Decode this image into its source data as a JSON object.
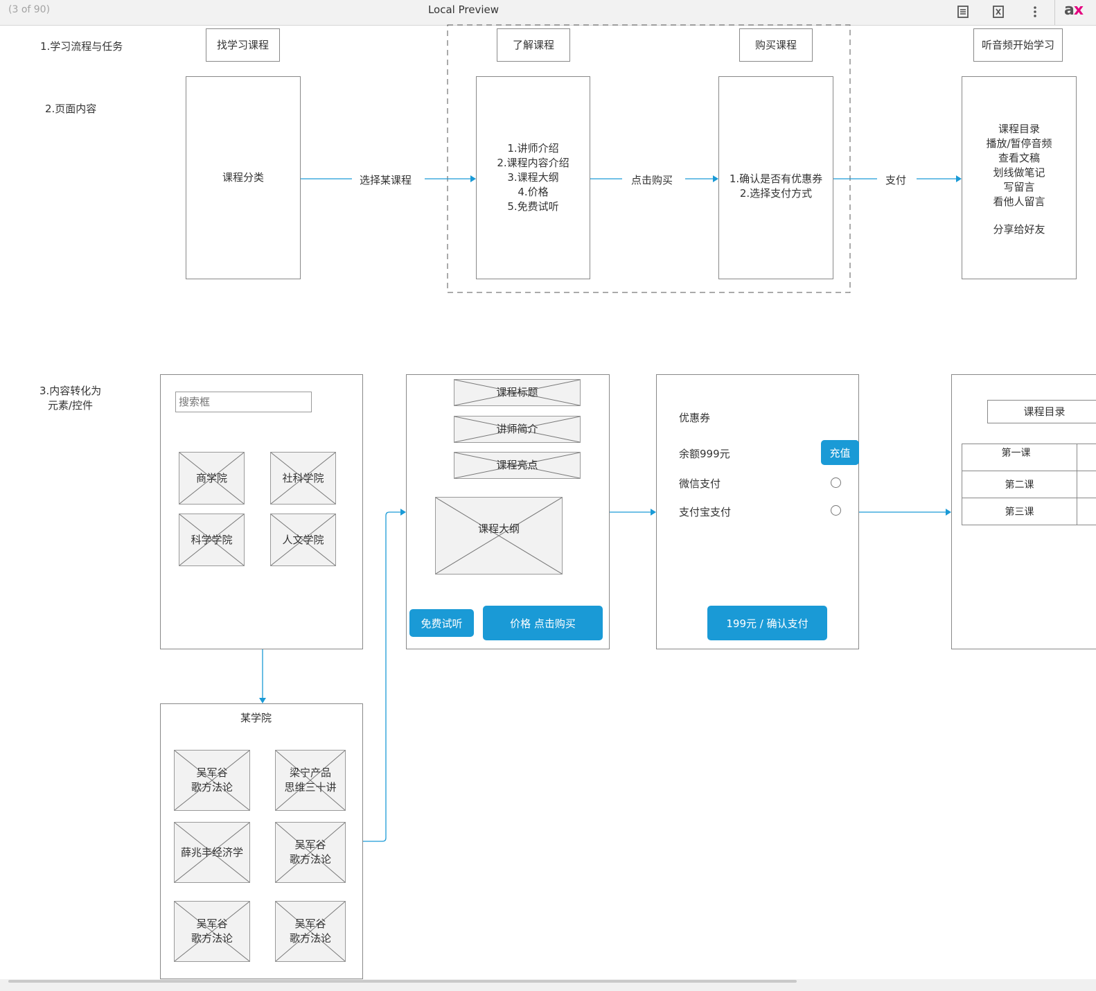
{
  "toolbar": {
    "page_count": "(3 of 90)",
    "title": "Local Preview",
    "icons": [
      "page-list-icon",
      "close-preview-icon",
      "more-vertical-icon"
    ],
    "brand": "ax"
  },
  "sections": {
    "s1": "1.学习流程与任务",
    "s2": "2.页面内容",
    "s3a": "3.内容转化为",
    "s3b": "元素/控件"
  },
  "stages": [
    "找学习课程",
    "了解课程",
    "购买课程",
    "听音频开始学习"
  ],
  "flow": {
    "box1": "课程分类",
    "box2": [
      "1.讲师介绍",
      "2.课程内容介绍",
      "3.课程大纲",
      "4.价格",
      "5.免费试听"
    ],
    "box3": [
      "1.确认是否有优惠券",
      "2.选择支付方式"
    ],
    "box4": [
      "课程目录",
      "播放/暂停音频",
      "查看文稿",
      "划线做笔记",
      "写留言",
      "看他人留言",
      "",
      "分享给好友"
    ],
    "arrow1": "选择某课程",
    "arrow2": "点击购买",
    "arrow3": "支付"
  },
  "screen1": {
    "search_placeholder": "搜索框",
    "colleges": [
      "商学院",
      "社科学院",
      "科学学院",
      "人文学院"
    ]
  },
  "screen1b": {
    "title": "某学院",
    "courses": [
      [
        "吴军谷",
        "歌方法论"
      ],
      [
        "梁宁产品",
        "思维三十讲"
      ],
      [
        "薛兆丰经济学"
      ],
      [
        "吴军谷",
        "歌方法论"
      ],
      [
        "吴军谷",
        "歌方法论"
      ],
      [
        "吴军谷",
        "歌方法论"
      ]
    ]
  },
  "screen2": {
    "title": "课程标题",
    "intro": "讲师简介",
    "highlights": "课程亮点",
    "outline": "课程大纲",
    "free_trial": "免费试听",
    "buy": "价格 点击购买"
  },
  "screen3": {
    "coupon": "优惠券",
    "balance": "余额999元",
    "recharge": "充值",
    "wechat": "微信支付",
    "alipay": "支付宝支付",
    "confirm": "199元 / 确认支付"
  },
  "screen4": {
    "catalog": "课程目录",
    "lessons": [
      "第一课",
      "第二课",
      "第三课"
    ]
  },
  "colors": {
    "accent": "#1a9ad6",
    "border": "#888888",
    "placeholder_fill": "#f2f2f2"
  }
}
